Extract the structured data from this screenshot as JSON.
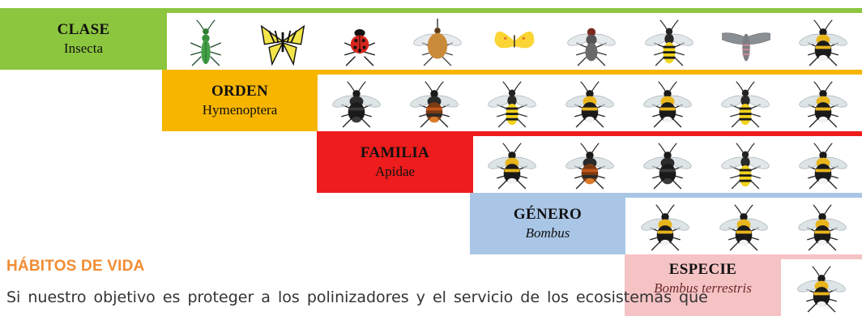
{
  "colors": {
    "clase": "#8cc63f",
    "orden": "#f7b500",
    "familia": "#ee1c1c",
    "genero": "#a9c6e6",
    "especie": "#f6c3c5",
    "heading": "#f28c33"
  },
  "clase": {
    "rank": "CLASE",
    "taxon": "Insecta"
  },
  "orden": {
    "rank": "ORDEN",
    "taxon": "Hymenoptera"
  },
  "familia": {
    "rank": "FAMILIA",
    "taxon": "Apidae"
  },
  "genero": {
    "rank": "GÉNERO",
    "taxon": "Bombus"
  },
  "especie": {
    "rank": "ESPECIE",
    "taxon": "Bombus terrestris"
  },
  "section": {
    "heading": "HÁBITOS DE VIDA",
    "paragraph": "Si nuestro objetivo es proteger a los polinizadores y el servicio de los ecosistemas que"
  },
  "insects": {
    "clase": [
      "green-beetle",
      "swallowtail-butterfly",
      "ladybird",
      "bee-fly",
      "yellow-butterfly",
      "housefly",
      "wasp",
      "hawk-moth",
      "bumblebee"
    ],
    "orden": [
      "black-bee",
      "red-tailed-bee",
      "wasp",
      "bumblebee",
      "bumblebee",
      "wasp",
      "bumblebee"
    ],
    "familia": [
      "bumblebee",
      "red-tailed-bee",
      "black-bee",
      "wasp",
      "bumblebee"
    ],
    "genero": [
      "bumblebee",
      "bumblebee",
      "bumblebee"
    ],
    "especie": [
      "bumblebee"
    ]
  }
}
